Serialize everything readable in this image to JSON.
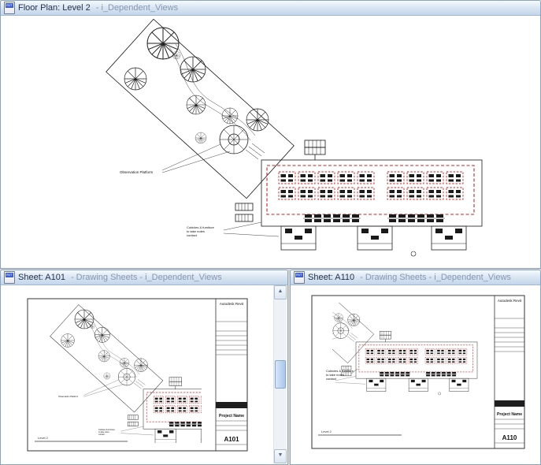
{
  "icons": {
    "revit_file": "RVT",
    "scroll_up": "▲",
    "scroll_down": "▼"
  },
  "colors": {
    "crop_region_red": "#cc2222",
    "titlebar_gradient_top": "#f6fafd",
    "titlebar_gradient_bottom": "#c3d6ea"
  },
  "windows": {
    "floorplan": {
      "title": "Floor Plan: Level 2",
      "subtitle": "- i_Dependent_Views",
      "labels": {
        "observation_platform": "Observation Platform",
        "note_line1": "Cubicles & furniture",
        "note_line2": "to take notes",
        "note_line3": "contact"
      }
    },
    "sheet_a101": {
      "title": "Sheet: A101",
      "subtitle": "- Drawing Sheets - i_Dependent_Views",
      "titleblock": {
        "brand": "Autodesk Revit",
        "project_label": "Project Name",
        "sheet_number": "A101"
      },
      "view_label": "Level 2"
    },
    "sheet_a110": {
      "title": "Sheet: A110",
      "subtitle": "- Drawing Sheets - i_Dependent_Views",
      "titleblock": {
        "brand": "Autodesk Revit",
        "project_label": "Project Name",
        "sheet_number": "A110"
      },
      "view_label": "Level 2"
    }
  }
}
